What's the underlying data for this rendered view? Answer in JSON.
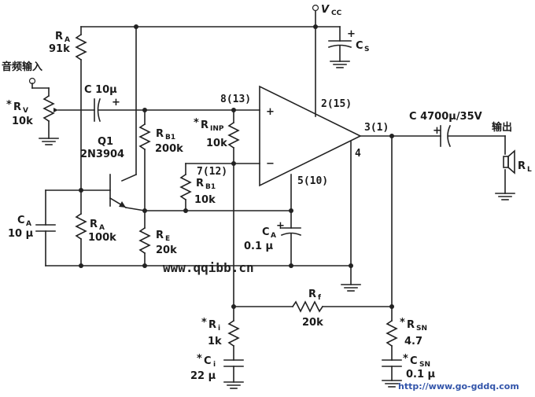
{
  "supply": {
    "vcc": "V",
    "vcc_sub": "CC",
    "cs": "C",
    "cs_sub": "S"
  },
  "input": {
    "label": "音频输入"
  },
  "rv": {
    "star": "*",
    "name": "R",
    "sub": "V",
    "value": "10k"
  },
  "ra_top": {
    "name": "R",
    "sub": "A",
    "value": "91k"
  },
  "cin": {
    "label": "C 10μ",
    "plus": "+"
  },
  "q1": {
    "name": "Q1",
    "part": "2N3904"
  },
  "rb1_top": {
    "name": "R",
    "sub": "B1",
    "value": "200k"
  },
  "rinp": {
    "star": "*",
    "name": "R",
    "sub": "INP",
    "value": "10k"
  },
  "rb1_mid": {
    "name": "R",
    "sub": "B1",
    "value": "10k"
  },
  "ca_left": {
    "name": "C",
    "sub": "A",
    "value": "10 μ"
  },
  "ra_bot": {
    "name": "R",
    "sub": "A",
    "value": "100k"
  },
  "re": {
    "name": "R",
    "sub": "E",
    "value": "20k"
  },
  "ca_right": {
    "name": "C",
    "sub": "A",
    "plus": "+",
    "value": "0.1 μ"
  },
  "opamp": {
    "pin_noninv": "8(13)",
    "pin_inv": "7(12)",
    "pin_vcc": "2(15)",
    "pin_out": "3(1)",
    "pin_gnd": "4",
    "pin_bypass": "5(10)",
    "plus": "+",
    "minus": "−"
  },
  "cout": {
    "label": "C 4700μ/35V",
    "plus": "+"
  },
  "output": {
    "label": "输出"
  },
  "rl": {
    "name": "R",
    "sub": "L"
  },
  "rf": {
    "name": "R",
    "sub": "f",
    "value": "20k"
  },
  "ri": {
    "star": "*",
    "name": "R",
    "sub": "i",
    "value": "1k"
  },
  "ci": {
    "star": "*",
    "name": "C",
    "sub": "i",
    "value": "22 μ"
  },
  "rsn": {
    "star": "*",
    "name": "R",
    "sub": "SN",
    "value": "4.7"
  },
  "csn": {
    "star": "*",
    "name": "C",
    "sub": "SN",
    "value": "0.1 μ"
  },
  "watermarks": {
    "center": "www.qqibb.cn",
    "corner": "http://www.go-gddq.com"
  }
}
